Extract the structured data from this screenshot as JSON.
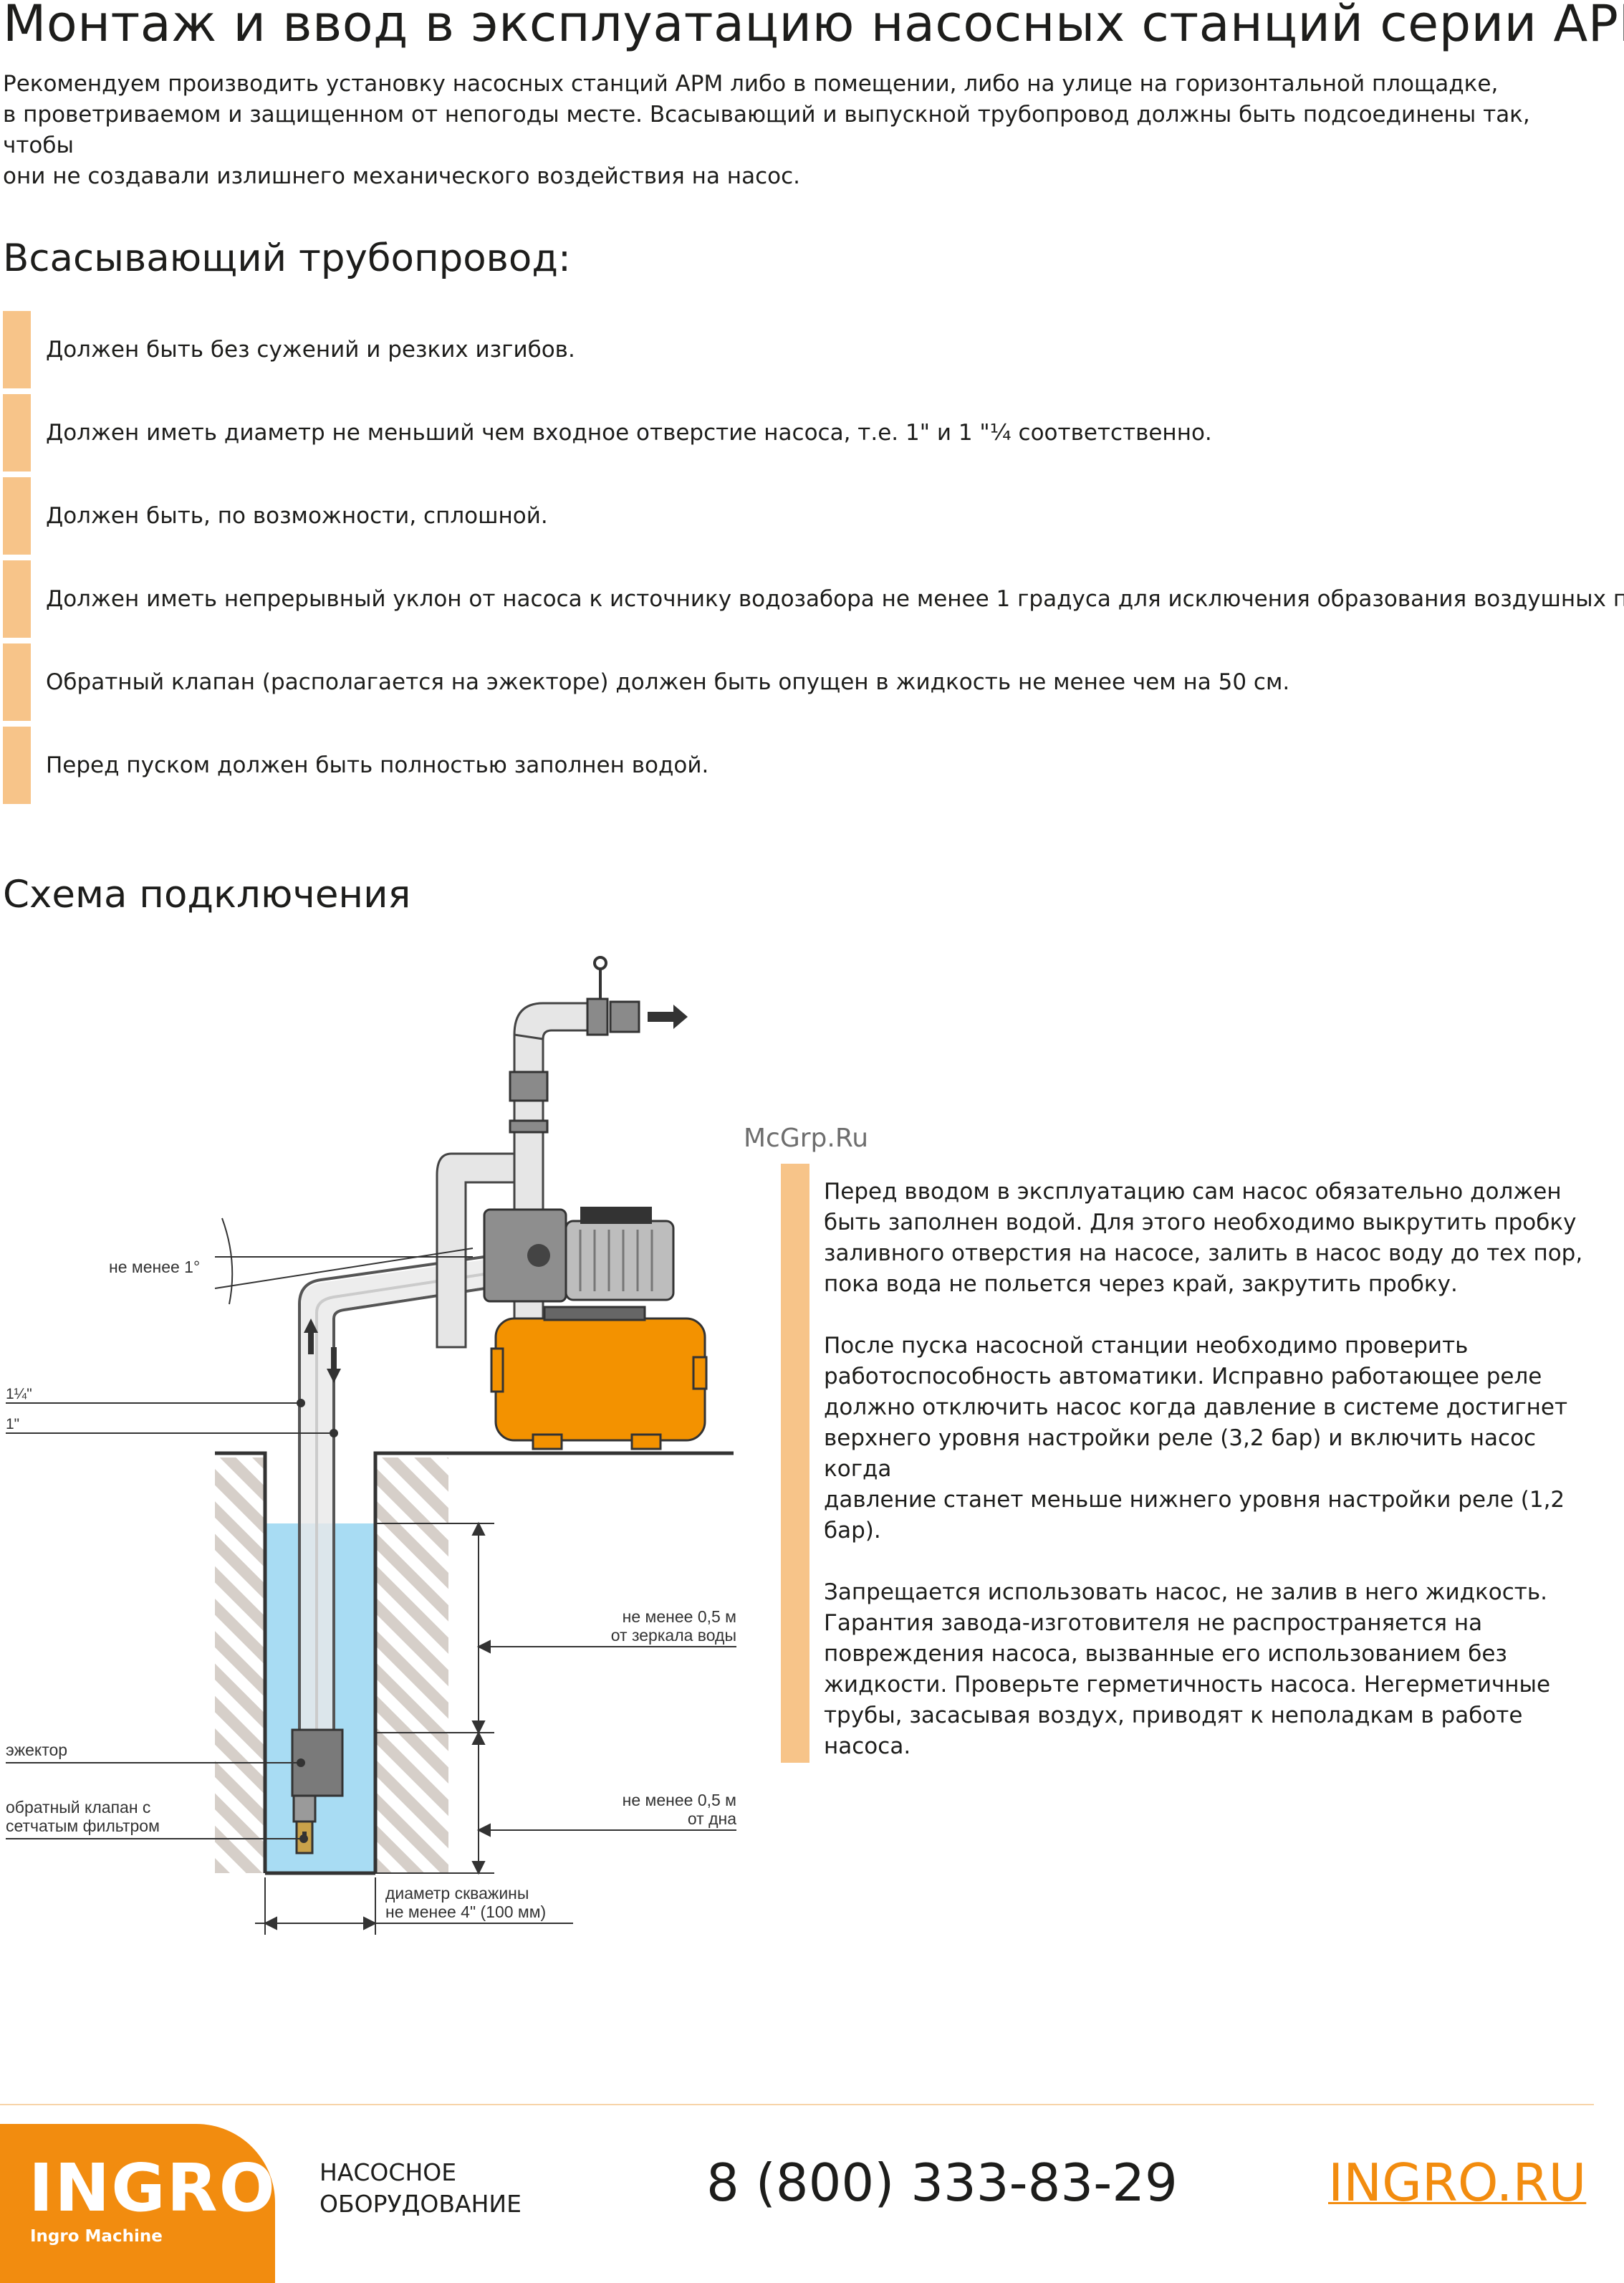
{
  "page": {
    "title": "Монтаж и ввод в эксплуатацию насосных станций серии АРМ",
    "intro": "Рекомендуем производить установку насосных станций АРМ либо в помещении, либо на улице на горизонтальной площадке,\nв проветриваемом и защищенном от непогоды месте. Всасывающий и выпускной трубопровод должны быть подсоединены так, чтобы\nони не создавали излишнего механического воздействия на насос."
  },
  "suction": {
    "heading": "Всасывающий трубопровод:",
    "items": [
      "Должен быть без сужений и резких изгибов.",
      "Должен иметь диаметр не меньший чем входное отверстие насоса, т.е. 1\" и 1 \"¼ соответственно.",
      "Должен быть, по возможности, сплошной.",
      "Должен иметь непрерывный уклон от насоса к источнику водозабора не менее 1 градуса для исключения образования воздушных пробок.",
      "Обратный клапан (располагается на эжекторе)  должен быть опущен в жидкость не менее чем на 50 см.",
      "Перед пуском должен быть полностью заполнен водой."
    ]
  },
  "scheme": {
    "heading": "Схема подключения",
    "labels": {
      "slope": "не менее 1°",
      "pipe_large": "1¼\"",
      "pipe_small": "1\"",
      "ejector": "эжектор",
      "valve_line1": "обратный клапан с",
      "valve_line2": "сетчатым фильтром",
      "depth_mirror_line1": "не менее 0,5 м",
      "depth_mirror_line2": "от зеркала воды",
      "depth_bottom_line1": "не менее 0,5 м",
      "depth_bottom_line2": "от дна",
      "well_line1": "диаметр скважины",
      "well_line2": "не менее 4\" (100 мм)"
    },
    "colors": {
      "water": "#a8dcf3",
      "tank": "#f39200",
      "accent_bar": "#f7c489"
    }
  },
  "watermark": "McGrp.Ru",
  "notes": [
    "Перед вводом в эксплуатацию сам насос обязательно должен\nбыть заполнен водой. Для этого необходимо выкрутить пробку\nзаливного отверстия на насосе, залить в насос воду до тех пор,\nпока вода не польется через край, закрутить пробку.",
    "После пуска насосной станции необходимо проверить\nработоспособность автоматики. Исправно работающее реле\nдолжно отключить насос когда давление в системе достигнет\nверхнего уровня настройки реле (3,2 бар) и включить насос когда\nдавление станет меньше нижнего уровня настройки реле (1,2\nбар).",
    "Запрещается использовать насос, не залив в него жидкость.\nГарантия завода-изготовителя не распространяется на\nповреждения насоса, вызванные его использованием без\nжидкости. Проверьте герметичность насоса. Негерметичные\nтрубы, засасывая воздух, приводят к неполадкам в работе\nнасоса."
  ],
  "footer": {
    "logo": "INGRO",
    "logo_sub": "Ingro Machine",
    "category": "НАСОСНОЕ\nОБОРУДОВАНИЕ",
    "phone": "8 (800) 333-83-29",
    "site": "INGRO.RU"
  }
}
